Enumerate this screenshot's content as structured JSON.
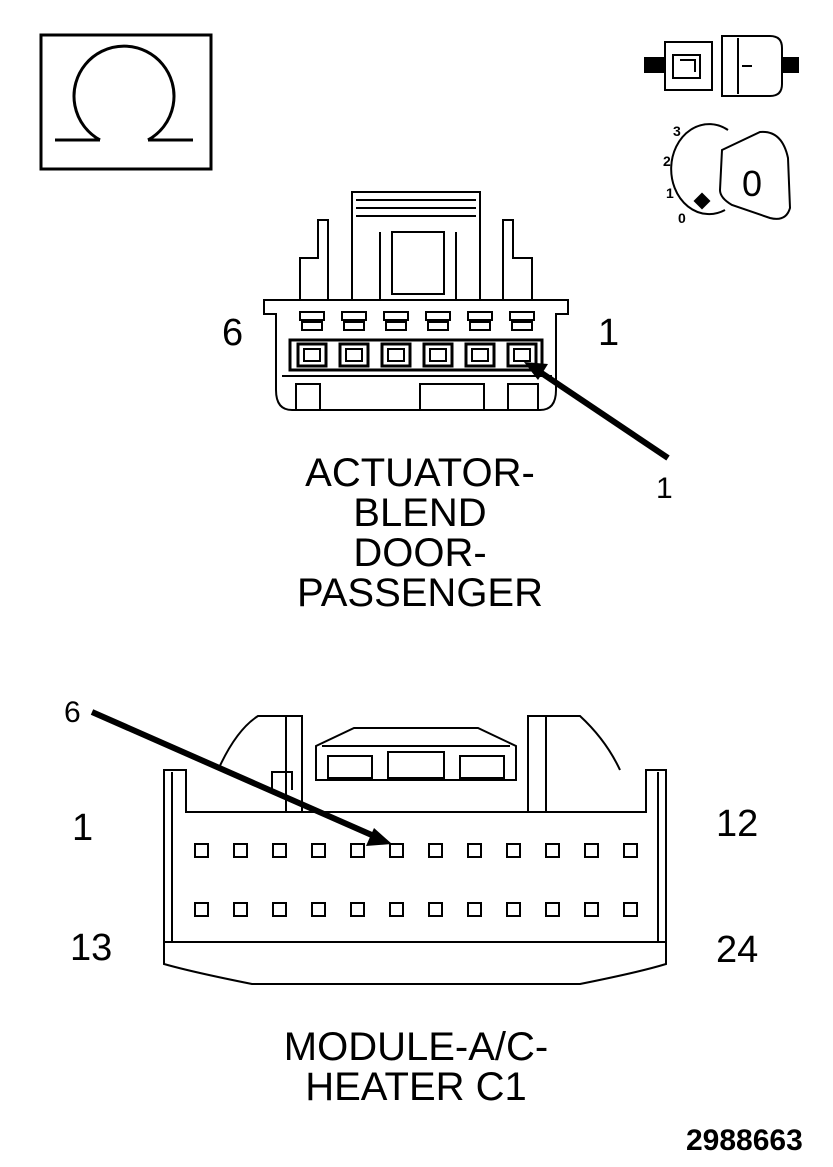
{
  "ohm_icon": {
    "icon": "ohm-icon",
    "symbol": "Ω"
  },
  "disconnect_icon": {
    "icon": "connector-disconnected-icon"
  },
  "ignition_icon": {
    "icon": "ignition-key-icon",
    "positions": [
      "3",
      "2",
      "1",
      "0"
    ],
    "key_label": "0"
  },
  "connector1": {
    "pin_left": "6",
    "pin_right": "1",
    "callout": "1",
    "title_lines": [
      "ACTUATOR-",
      "BLEND",
      "DOOR-",
      "PASSENGER"
    ]
  },
  "connector2": {
    "callout": "6",
    "pin_top_left": "1",
    "pin_top_right": "12",
    "pin_bottom_left": "13",
    "pin_bottom_right": "24",
    "title_lines": [
      "MODULE-A/C-",
      "HEATER C1"
    ]
  },
  "figure_number": "2988663"
}
